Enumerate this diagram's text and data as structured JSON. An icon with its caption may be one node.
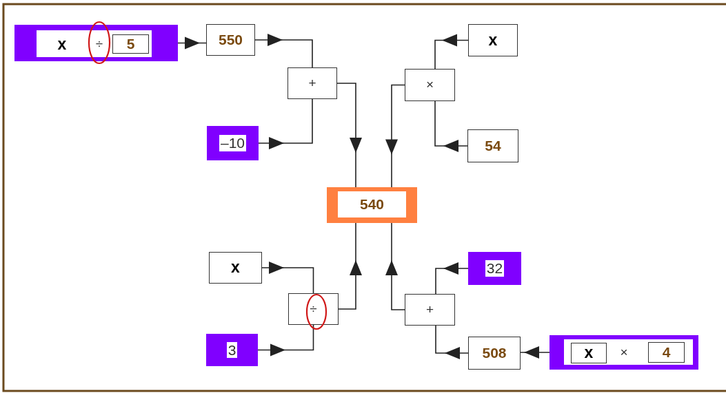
{
  "diagram": {
    "nodes": [
      {
        "text": [
          "x",
          "÷"
        ]
      },
      {
        "text": [
          "5"
        ],
        "in": 0
      },
      {
        "text": [
          "550"
        ]
      },
      {
        "text": [
          "+"
        ]
      },
      {
        "text": [
          "–10"
        ]
      },
      {
        "text": [
          "540"
        ]
      },
      {
        "text": [
          "×"
        ]
      },
      {
        "text": [
          "x"
        ]
      },
      {
        "text": [
          "54"
        ]
      },
      {
        "text": [
          "x"
        ]
      },
      {
        "text": [
          "÷"
        ]
      },
      {
        "text": [
          "3"
        ]
      },
      {
        "text": [
          "+"
        ]
      },
      {
        "text": [
          "32"
        ]
      },
      {
        "text": [
          "508"
        ]
      },
      {
        "text": [
          "×"
        ]
      },
      {
        "text": [
          "x"
        ],
        "in": 15
      },
      {
        "text": [
          "4"
        ],
        "in": 15
      }
    ],
    "edges": [
      {
        "from": 0,
        "to": 2,
        "arrow": "to"
      },
      {
        "from": 2,
        "to": 3,
        "arrow": "to"
      },
      {
        "from": 4,
        "to": 3,
        "arrow": "to"
      },
      {
        "from": 3,
        "to": 5,
        "arrow": "to"
      },
      {
        "from": 7,
        "to": 6,
        "arrow": "to"
      },
      {
        "from": 8,
        "to": 6,
        "arrow": "to"
      },
      {
        "from": 6,
        "to": 5,
        "arrow": "to"
      },
      {
        "from": 9,
        "to": 10,
        "arrow": "to"
      },
      {
        "from": 11,
        "to": 10,
        "arrow": "to"
      },
      {
        "from": 10,
        "to": 5,
        "arrow": "to"
      },
      {
        "from": 13,
        "to": 12,
        "arrow": "to"
      },
      {
        "from": 14,
        "to": 12,
        "arrow": "to"
      },
      {
        "from": 12,
        "to": 5,
        "arrow": "to"
      },
      {
        "from": 15,
        "to": 14,
        "arrow": "to"
      }
    ]
  }
}
